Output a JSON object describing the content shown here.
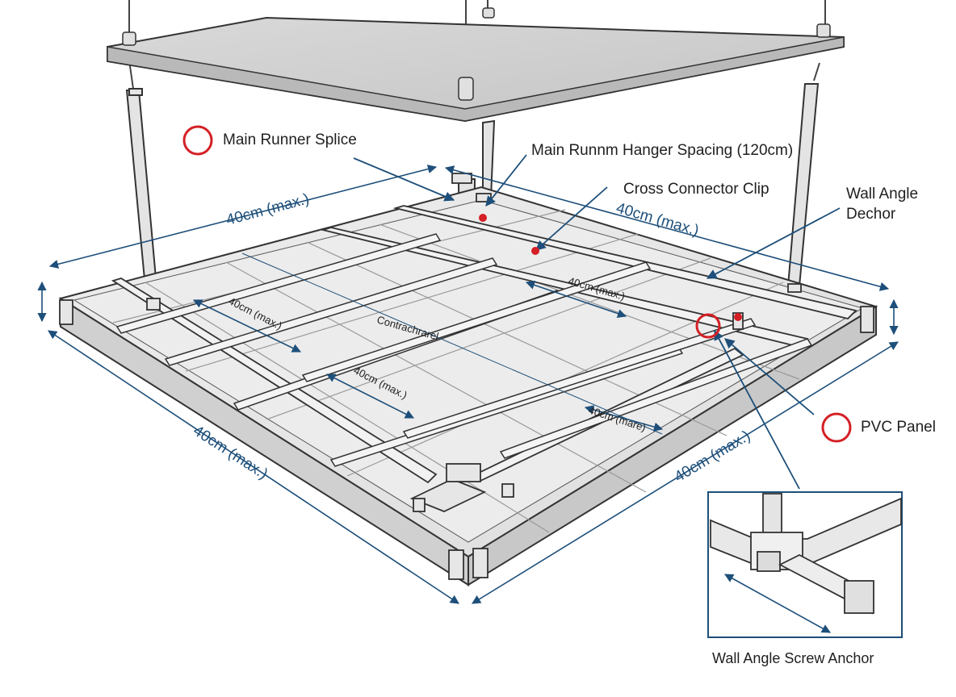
{
  "labels": {
    "main_runner_splice": "Main Runner Splice",
    "main_runner_hanger_spacing": "Main Runnm Hanger Spacing (120cm)",
    "cross_connector_clip": "Cross Connector Clip",
    "wall_angle_anchor_line1": "Wall Angle",
    "wall_angle_anchor_line2": "Dechor",
    "pvc_panel": "PVC Panel",
    "inset_caption": "Wall Angle Screw Anchor"
  },
  "dimensions": {
    "top_left": "40cm (max.)",
    "top_right": "40cm (max.)",
    "bottom_left": "40cm (max.)",
    "bottom_right": "40cm (max.)",
    "inner_right": "40cm (max.)",
    "inner_left": "40cm (max.)",
    "inner_center": "40cm (max.)",
    "inner_lower": "40cm (mare)",
    "center_note": "Contrachrarel"
  },
  "colors": {
    "dimension": "#1d4f7a",
    "callout_marker": "#d42025",
    "steel": "#e6e6e6",
    "outline": "#3a3a3a"
  }
}
